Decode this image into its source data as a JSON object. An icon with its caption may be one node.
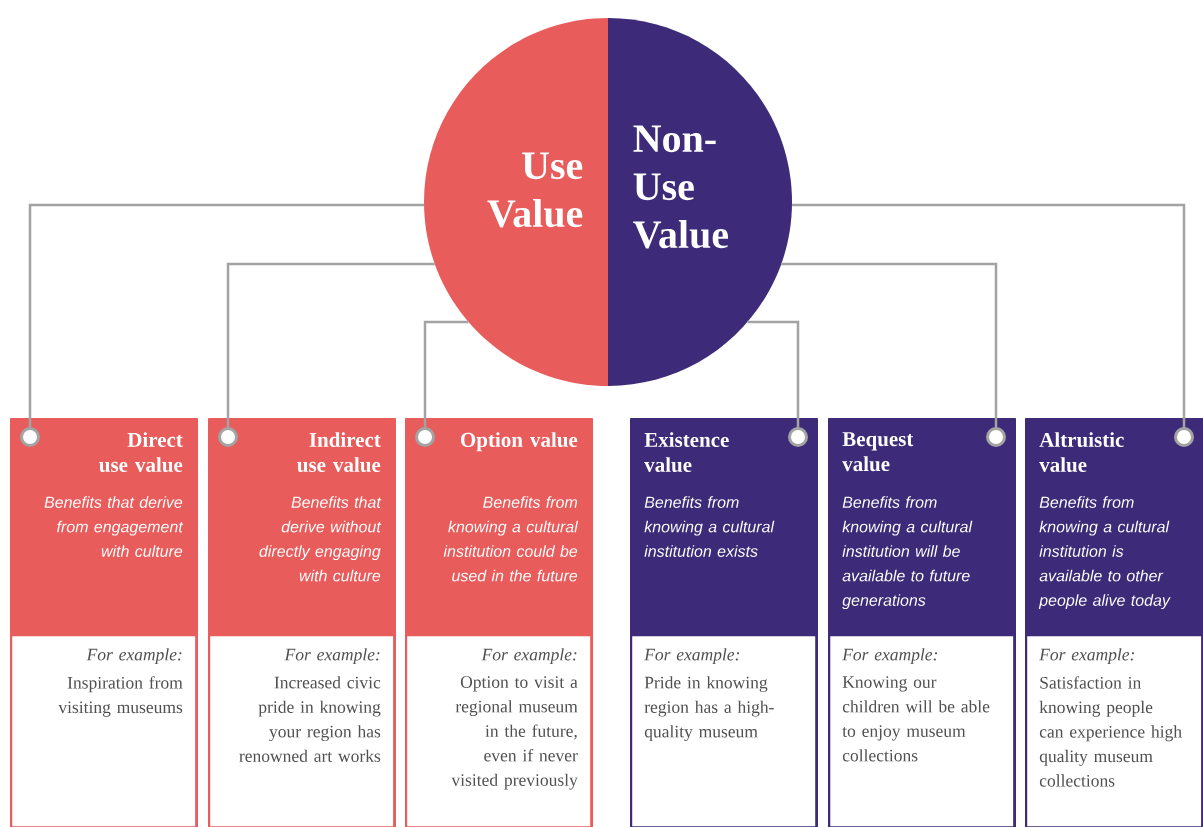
{
  "diagram": {
    "nodes": [
      {
        "text": [
          "Use Value"
        ]
      },
      {
        "text": [
          "Non-Use Value"
        ]
      },
      {
        "text": [
          "Direct use value",
          "Benefits that derive from engagement with culture"
        ]
      },
      {
        "text": [
          "For example:",
          "Inspiration from visiting museums"
        ],
        "in": 2
      },
      {
        "text": [
          "Indirect use value",
          "Benefits that derive without directly engaging with culture"
        ]
      },
      {
        "text": [
          "For example:",
          "Increased civic pride in knowing your region has renowned art works"
        ],
        "in": 4
      },
      {
        "text": [
          "Option value",
          "Benefits from knowing a cultural institution could be used in the future"
        ]
      },
      {
        "text": [
          "For example:",
          "Option to visit a regional museum in the future, even if never visited previously"
        ],
        "in": 6
      },
      {
        "text": [
          "Existence value",
          "Benefits from knowing a cultural institution exists"
        ]
      },
      {
        "text": [
          "For example:",
          "Pride in knowing region has a high-quality museum"
        ],
        "in": 8
      },
      {
        "text": [
          "Bequest value",
          "Benefits from knowing a cultural institution will be available to future generations"
        ]
      },
      {
        "text": [
          "For example:",
          "Knowing our children will be able to enjoy museum collections"
        ],
        "in": 10
      },
      {
        "text": [
          "Altruistic value",
          "Benefits from knowing a cultural institution is available to other people alive today"
        ]
      },
      {
        "text": [
          "For example:",
          "Satisfaction in knowing people can experience high quality museum collections"
        ],
        "in": 12
      }
    ],
    "edges": [
      {
        "from": 0,
        "to": 2,
        "arrow": "other"
      },
      {
        "from": 0,
        "to": 4,
        "arrow": "other"
      },
      {
        "from": 0,
        "to": 6,
        "arrow": "other"
      },
      {
        "from": 1,
        "to": 8,
        "arrow": "other"
      },
      {
        "from": 1,
        "to": 10,
        "arrow": "other"
      },
      {
        "from": 1,
        "to": 12,
        "arrow": "other"
      }
    ]
  }
}
